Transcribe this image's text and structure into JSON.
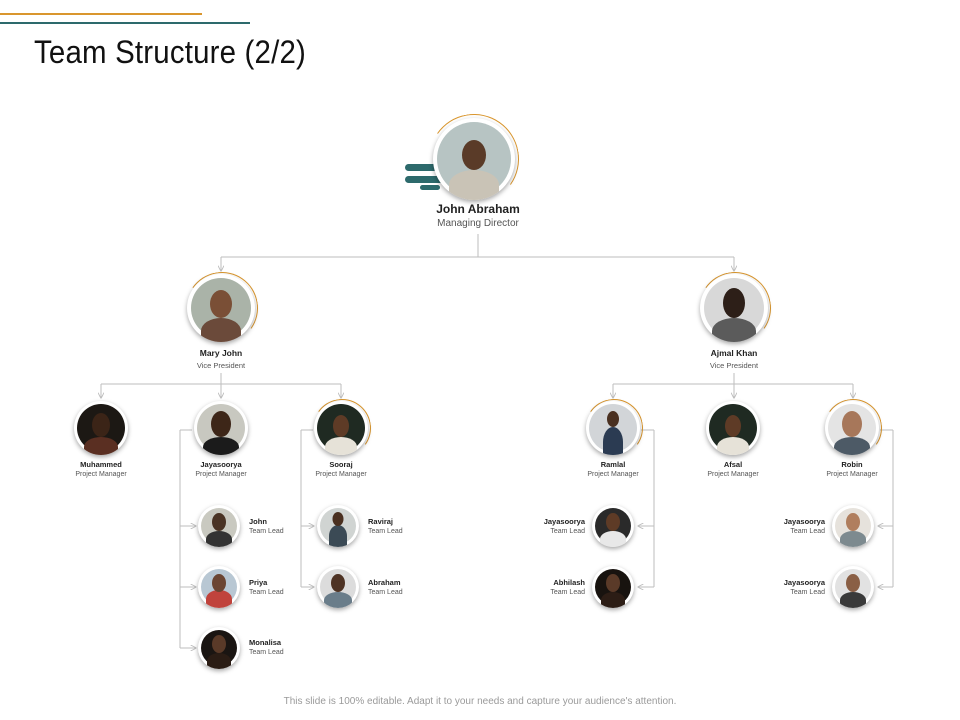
{
  "slide": {
    "title": "Team Structure (2/2)",
    "footer": "This slide is 100% editable. Adapt it to your needs and capture your audience's attention."
  },
  "colors": {
    "accent_gold": "#d9962e",
    "accent_teal": "#2d6a6c",
    "connector": "#bdbdbd"
  },
  "org": {
    "root": {
      "name": "John Abraham",
      "role": "Managing Director"
    },
    "vp_left": {
      "name": "Mary John",
      "role": "Vice President"
    },
    "vp_right": {
      "name": "Ajmal Khan",
      "role": "Vice President"
    },
    "pm": [
      {
        "name": "Muhammed",
        "role": "Project Manager"
      },
      {
        "name": "Jayasoorya",
        "role": "Project Manager"
      },
      {
        "name": "Sooraj",
        "role": "Project Manager"
      },
      {
        "name": "Ramlal",
        "role": "Project Manager"
      },
      {
        "name": "Afsal",
        "role": "Project Manager"
      },
      {
        "name": "Robin",
        "role": "Project Manager"
      }
    ],
    "leads": [
      {
        "name": "John",
        "role": "Team Lead"
      },
      {
        "name": "Priya",
        "role": "Team Lead"
      },
      {
        "name": "Monalisa",
        "role": "Team Lead"
      },
      {
        "name": "Raviraj",
        "role": "Team Lead"
      },
      {
        "name": "Abraham",
        "role": "Team Lead"
      },
      {
        "name": "Jayasoorya",
        "role": "Team Lead"
      },
      {
        "name": "Abhilash",
        "role": "Team Lead"
      },
      {
        "name": "Jayasoorya",
        "role": "Team Lead"
      },
      {
        "name": "Jayasoorya",
        "role": "Team Lead"
      }
    ]
  }
}
